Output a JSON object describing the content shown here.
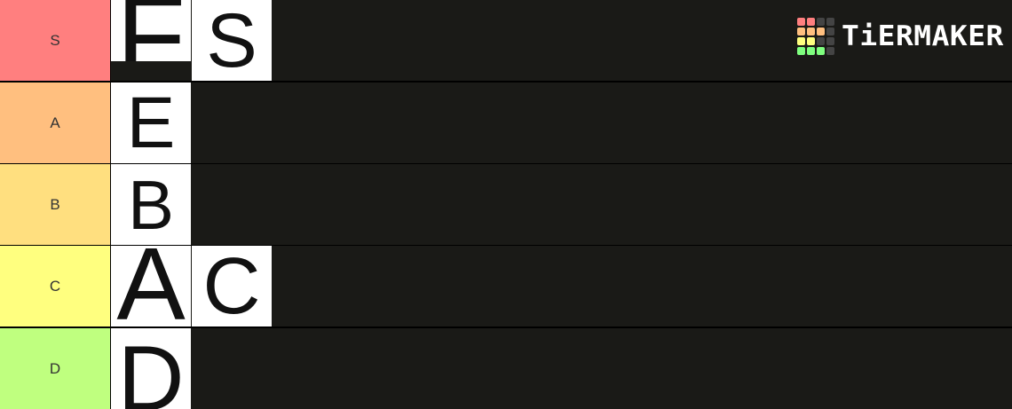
{
  "tiers": [
    {
      "label": "S",
      "color": "#ff7f7f",
      "items": [
        "F",
        "S"
      ]
    },
    {
      "label": "A",
      "color": "#ffbf7f",
      "items": [
        "E"
      ]
    },
    {
      "label": "B",
      "color": "#ffdf7f",
      "items": [
        "B"
      ]
    },
    {
      "label": "C",
      "color": "#ffff7f",
      "items": [
        "A",
        "C"
      ]
    },
    {
      "label": "D",
      "color": "#bfff7f",
      "items": [
        "D"
      ]
    }
  ],
  "logo": {
    "text": "TiERMAKER",
    "grid_colors": [
      "#ff7f7f",
      "#ff7f7f",
      "#444444",
      "#444444",
      "#ffbf7f",
      "#ffbf7f",
      "#ffbf7f",
      "#444444",
      "#ffff7f",
      "#ffff7f",
      "#444444",
      "#444444",
      "#7fff7f",
      "#7fff7f",
      "#7fff7f",
      "#444444"
    ]
  },
  "colors": {
    "background": "#1a1a17",
    "item_background": "#ffffff"
  }
}
